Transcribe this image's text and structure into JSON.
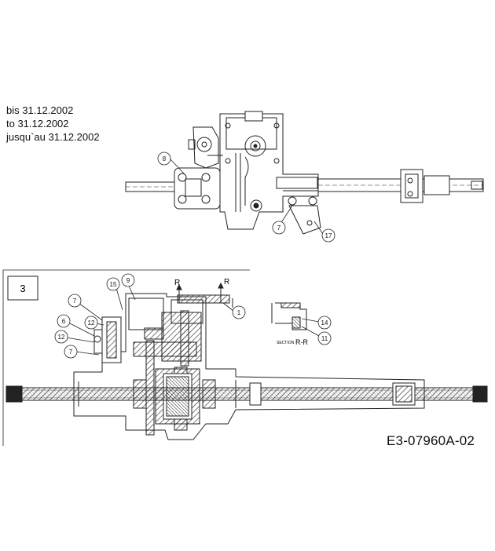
{
  "notes": [
    "bis 31.12.2002",
    "to 31.12.2002",
    "jusqu`au 31.12.2002"
  ],
  "drawing_code": "E3-07960A-02",
  "view_number": "3",
  "section_label": "SECTION",
  "section_name": "R-R",
  "section_markers": [
    "R",
    "R"
  ],
  "callouts_top": [
    "8",
    "7",
    "17"
  ],
  "callouts_bottom": [
    "15",
    "9",
    "7",
    "12",
    "6",
    "12",
    "7",
    "1",
    "14",
    "11"
  ]
}
